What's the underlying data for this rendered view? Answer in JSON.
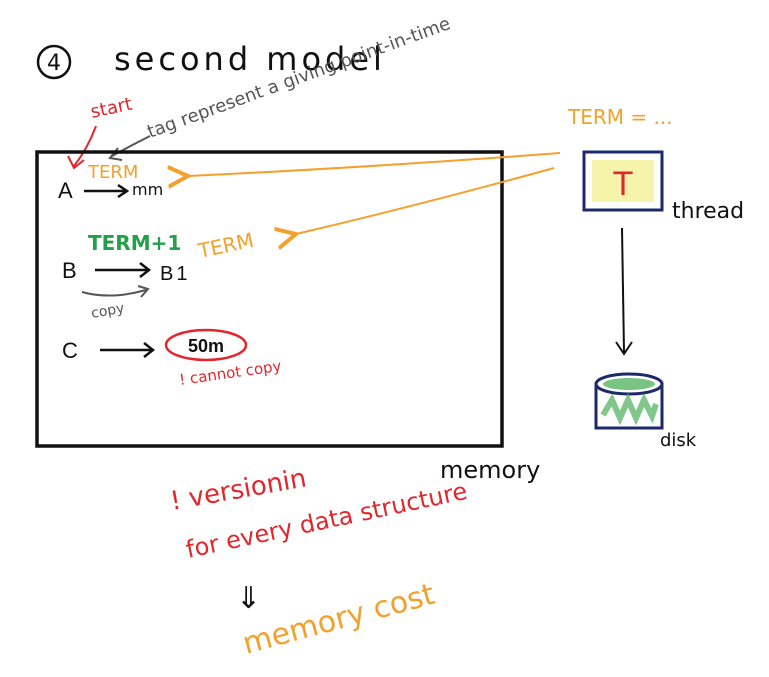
{
  "title": {
    "number": "4",
    "text": "second model",
    "subnote": "tag represent a giving point-in-time"
  },
  "start_label": "start",
  "memory": {
    "label": "memory",
    "rows": [
      {
        "key": "A",
        "term": "TERM",
        "value": "mm"
      },
      {
        "key": "B",
        "term_new": "TERM+1",
        "value": "B1",
        "term": "TERM",
        "copy_note": "copy"
      },
      {
        "key": "C",
        "value": "50m",
        "note": "! cannot copy"
      }
    ]
  },
  "thread": {
    "term_label": "TERM = ...",
    "letter": "T",
    "label": "thread"
  },
  "disk": {
    "label": "disk"
  },
  "bottom": {
    "versioning_line1": "! versionin",
    "versioning_line2": "for every data structure",
    "arrow": "⇓",
    "cost": "memory cost"
  },
  "colors": {
    "black": "#111111",
    "orange": "#f4a02c",
    "green": "#23a04a",
    "red": "#e3262c",
    "gray": "#555555",
    "navy": "#1c2a6b",
    "yellow_fill": "#f4f19b",
    "disk_green": "#4caf5a"
  }
}
